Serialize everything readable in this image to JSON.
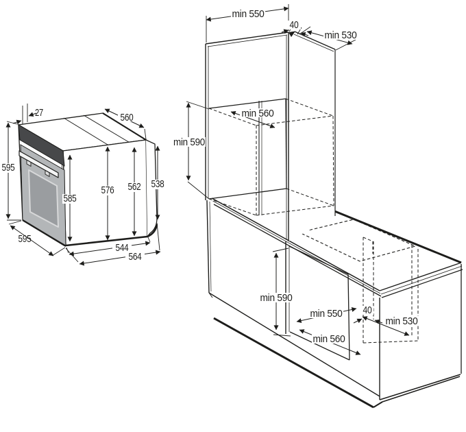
{
  "diagram": {
    "kind": "built-in oven installation drawing",
    "oven": {
      "panel_depth": "27",
      "body_depth": "560",
      "height": "595",
      "door_height": "585",
      "body_height_front": "576",
      "body_height_mid": "562",
      "body_height_rear": "538",
      "depth": "595",
      "bottom_depth": "544",
      "bottom_depth_total": "564"
    },
    "tall_unit": {
      "niche_width": "min 550",
      "front_gap": "40",
      "depth": "min 530",
      "niche_depth": "min 560",
      "niche_height": "min 590"
    },
    "base_unit": {
      "niche_height": "min 590",
      "niche_width": "min 550",
      "front_gap": "40",
      "depth": "min 530",
      "niche_depth": "min 560"
    },
    "colors": {
      "line": "#1d1d1b",
      "control_panel": "#47484a",
      "door": "#b3b6b8",
      "door_window": "#9a9da0",
      "background": "#ffffff"
    }
  }
}
